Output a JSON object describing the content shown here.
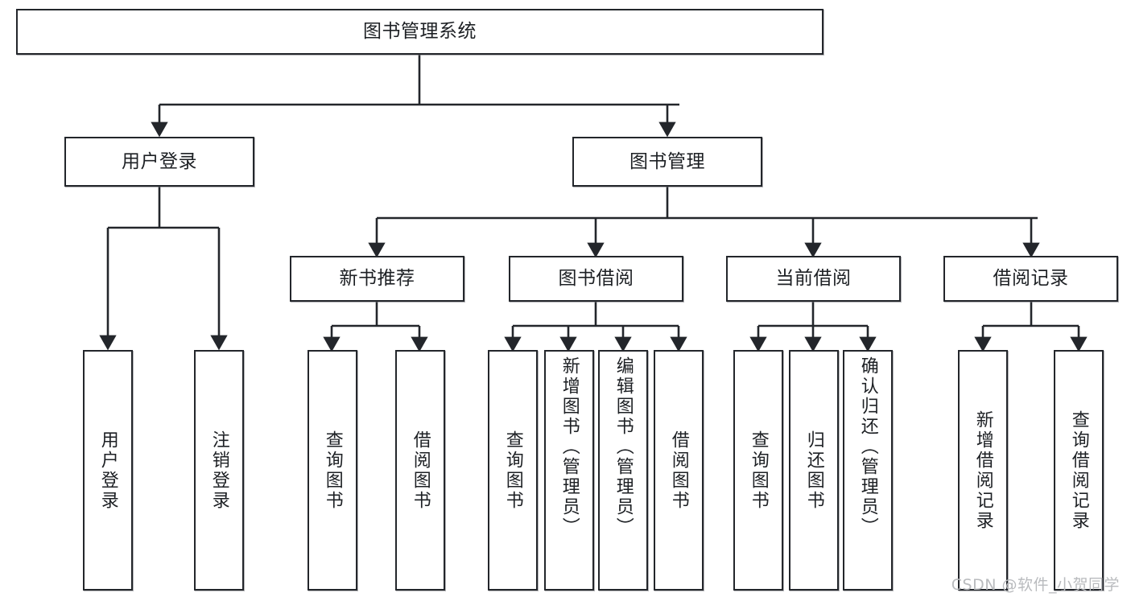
{
  "diagram": {
    "title": "图书管理系统",
    "type": "tree-hierarchy",
    "watermark": "CSDN @软件_小贺同学",
    "nodes": {
      "root": {
        "label": "图书管理系统",
        "level": 1
      },
      "user_login": {
        "label": "用户登录",
        "level": 2
      },
      "book_manage": {
        "label": "图书管理",
        "level": 2
      },
      "new_book_rec": {
        "label": "新书推荐",
        "level": 3
      },
      "book_borrow": {
        "label": "图书借阅",
        "level": 3
      },
      "current_borrow": {
        "label": "当前借阅",
        "level": 3
      },
      "borrow_record": {
        "label": "借阅记录",
        "level": 3
      },
      "leaf_user_login": {
        "label": "用户登录",
        "level": 4
      },
      "leaf_logout": {
        "label": "注销登录",
        "level": 4
      },
      "leaf_query_book_1": {
        "label": "查询图书",
        "level": 4
      },
      "leaf_borrow_book_1": {
        "label": "借阅图书",
        "level": 4
      },
      "leaf_query_book_2": {
        "label": "查询图书",
        "level": 4
      },
      "leaf_add_book": {
        "label": "新增图书（管理员）",
        "level": 4
      },
      "leaf_edit_book": {
        "label": "编辑图书（管理员）",
        "level": 4
      },
      "leaf_borrow_book_2": {
        "label": "借阅图书",
        "level": 4
      },
      "leaf_query_book_3": {
        "label": "查询图书",
        "level": 4
      },
      "leaf_return_book": {
        "label": "归还图书",
        "level": 4
      },
      "leaf_confirm_return": {
        "label": "确认归还（管理员）",
        "level": 4
      },
      "leaf_add_record": {
        "label": "新增借阅记录",
        "level": 4
      },
      "leaf_query_record": {
        "label": "查询借阅记录",
        "level": 4
      }
    },
    "edges": [
      {
        "from": "root",
        "to": "user_login"
      },
      {
        "from": "root",
        "to": "book_manage"
      },
      {
        "from": "user_login",
        "to": "leaf_user_login"
      },
      {
        "from": "user_login",
        "to": "leaf_logout"
      },
      {
        "from": "book_manage",
        "to": "new_book_rec"
      },
      {
        "from": "book_manage",
        "to": "book_borrow"
      },
      {
        "from": "book_manage",
        "to": "current_borrow"
      },
      {
        "from": "book_manage",
        "to": "borrow_record"
      },
      {
        "from": "new_book_rec",
        "to": "leaf_query_book_1"
      },
      {
        "from": "new_book_rec",
        "to": "leaf_borrow_book_1"
      },
      {
        "from": "book_borrow",
        "to": "leaf_query_book_2"
      },
      {
        "from": "book_borrow",
        "to": "leaf_add_book"
      },
      {
        "from": "book_borrow",
        "to": "leaf_edit_book"
      },
      {
        "from": "book_borrow",
        "to": "leaf_borrow_book_2"
      },
      {
        "from": "current_borrow",
        "to": "leaf_query_book_3"
      },
      {
        "from": "current_borrow",
        "to": "leaf_return_book"
      },
      {
        "from": "current_borrow",
        "to": "leaf_confirm_return"
      },
      {
        "from": "borrow_record",
        "to": "leaf_add_record"
      },
      {
        "from": "borrow_record",
        "to": "leaf_query_record"
      }
    ],
    "colors": {
      "stroke": "#23262b",
      "fill": "#ffffff",
      "text": "#1d2024",
      "watermark": "#b9bbbe"
    }
  }
}
